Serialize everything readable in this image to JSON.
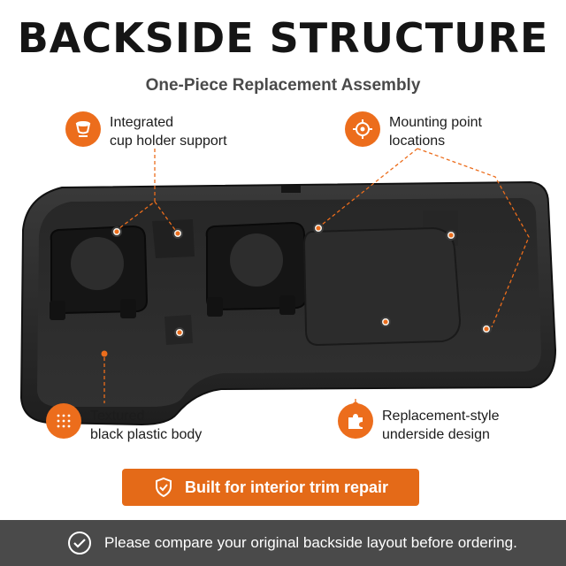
{
  "header": {
    "title": "BACKSIDE STRUCTURE",
    "subtitle": "One-Piece Replacement Assembly"
  },
  "callouts": [
    {
      "icon": "cup-icon",
      "lines": [
        "Integrated",
        "cup holder support"
      ]
    },
    {
      "icon": "target-icon",
      "lines": [
        "Mounting point",
        "locations"
      ]
    },
    {
      "icon": "texture-dots-icon",
      "lines": [
        "Textured",
        "black plastic body"
      ]
    },
    {
      "icon": "puzzle-icon",
      "lines": [
        "Replacement-style",
        "underside design"
      ]
    }
  ],
  "cta": {
    "label": "Built for interior trim repair",
    "icon": "shield-check-icon"
  },
  "footer": {
    "note": "Please compare your original backside layout before ordering.",
    "icon": "check-circle-icon"
  },
  "colors": {
    "accent": "#ec6d1c",
    "footer_bg": "#4a4a4a",
    "panel": "#2b2b2b"
  }
}
